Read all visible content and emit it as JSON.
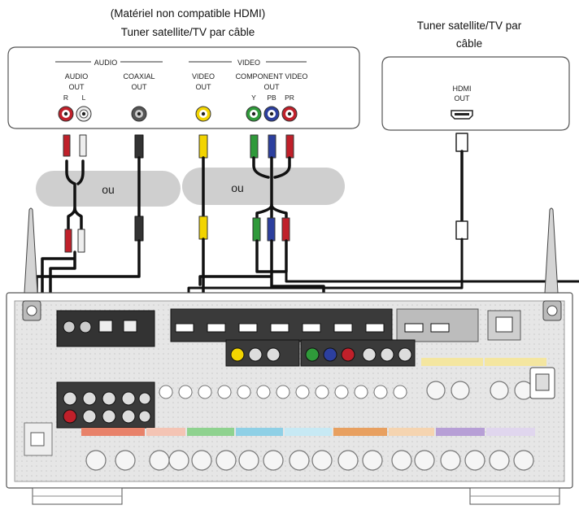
{
  "heading_left": {
    "line1": "(Matériel non compatible HDMI)",
    "line2": "Tuner satellite/TV par câble"
  },
  "heading_right": {
    "line1": "Tuner satellite/TV par",
    "line2": "câble"
  },
  "source_box_left": {
    "audio_group": "AUDIO",
    "video_group": "VIDEO",
    "audio_out": [
      "AUDIO",
      "OUT"
    ],
    "coaxial_out": [
      "COAXIAL",
      "OUT"
    ],
    "video_out": [
      "VIDEO",
      "OUT"
    ],
    "component_out": [
      "COMPONENT VIDEO",
      "OUT"
    ],
    "lr": [
      "R",
      "L"
    ],
    "ypbpr": [
      "Y",
      "PB",
      "PR"
    ]
  },
  "source_box_right": {
    "hdmi_out": [
      "HDMI",
      "OUT"
    ]
  },
  "or_labels": [
    "ou",
    "ou"
  ],
  "colors": {
    "red": "#c0202a",
    "white": "#eeeeee",
    "yellow": "#f2d400",
    "green": "#2f9a3a",
    "blue": "#2c3f9e",
    "black": "#1a1a1a",
    "receiver_panel": "#dedede",
    "pill": "#cfcfcf"
  }
}
